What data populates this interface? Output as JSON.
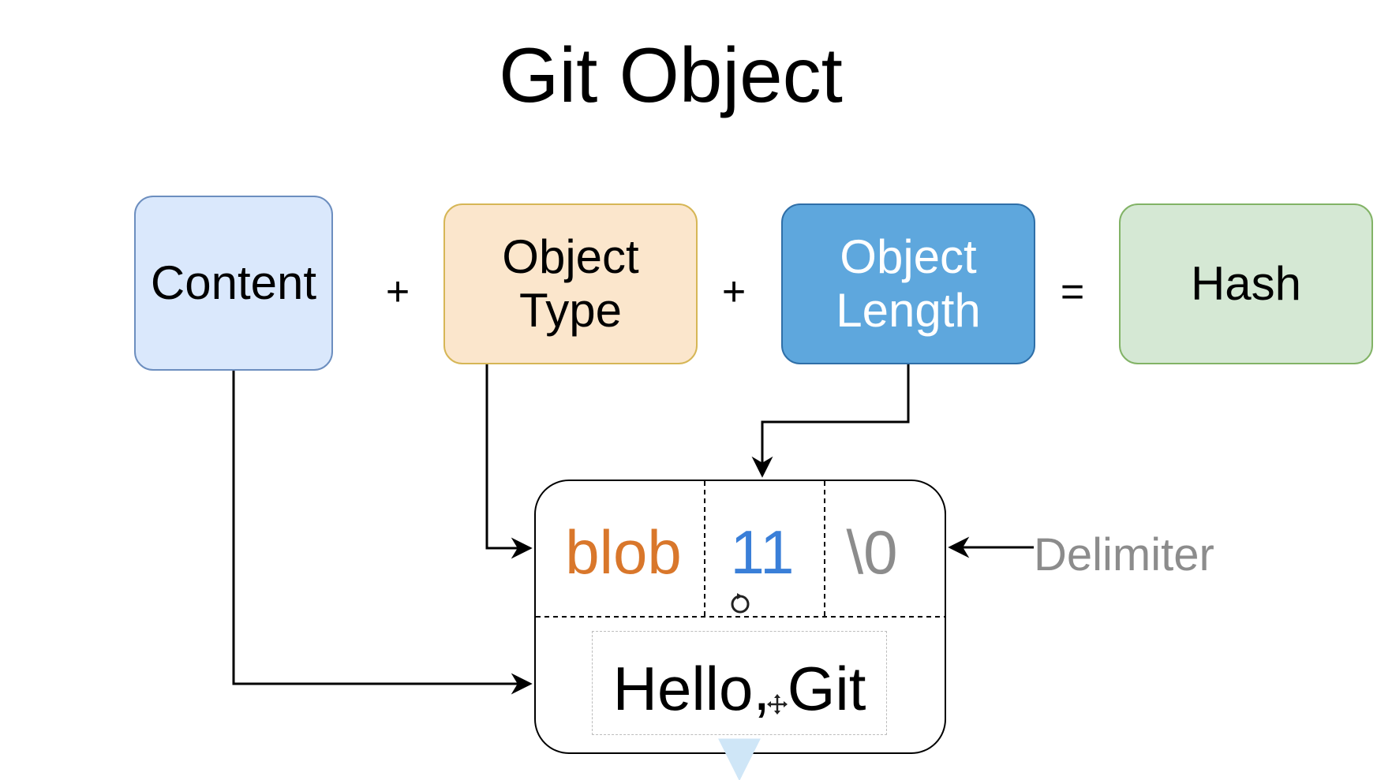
{
  "title": "Git Object",
  "inputs": {
    "content": {
      "label": "Content",
      "fill": "#dae8fc",
      "border": "#6c8ebf"
    },
    "object_type": {
      "line1": "Object",
      "line2": "Type",
      "fill": "#fbe6cc",
      "border": "#d6b656"
    },
    "object_length": {
      "line1": "Object",
      "line2": "Length",
      "fill": "#5ea7dd",
      "border": "#2f6fa8",
      "text_color": "#ffffff"
    },
    "hash": {
      "label": "Hash",
      "fill": "#d5e8d4",
      "border": "#82b366"
    }
  },
  "operators": {
    "plus1": "+",
    "plus2": "+",
    "equals": "="
  },
  "object": {
    "type_value": "blob",
    "length_value": "11",
    "null_char": "\\0",
    "content_value": "Hello, Git",
    "colors": {
      "type": "#d9772b",
      "length": "#3a7fd8",
      "null": "#8c8c8c"
    }
  },
  "delimiter_label": "Delimiter"
}
